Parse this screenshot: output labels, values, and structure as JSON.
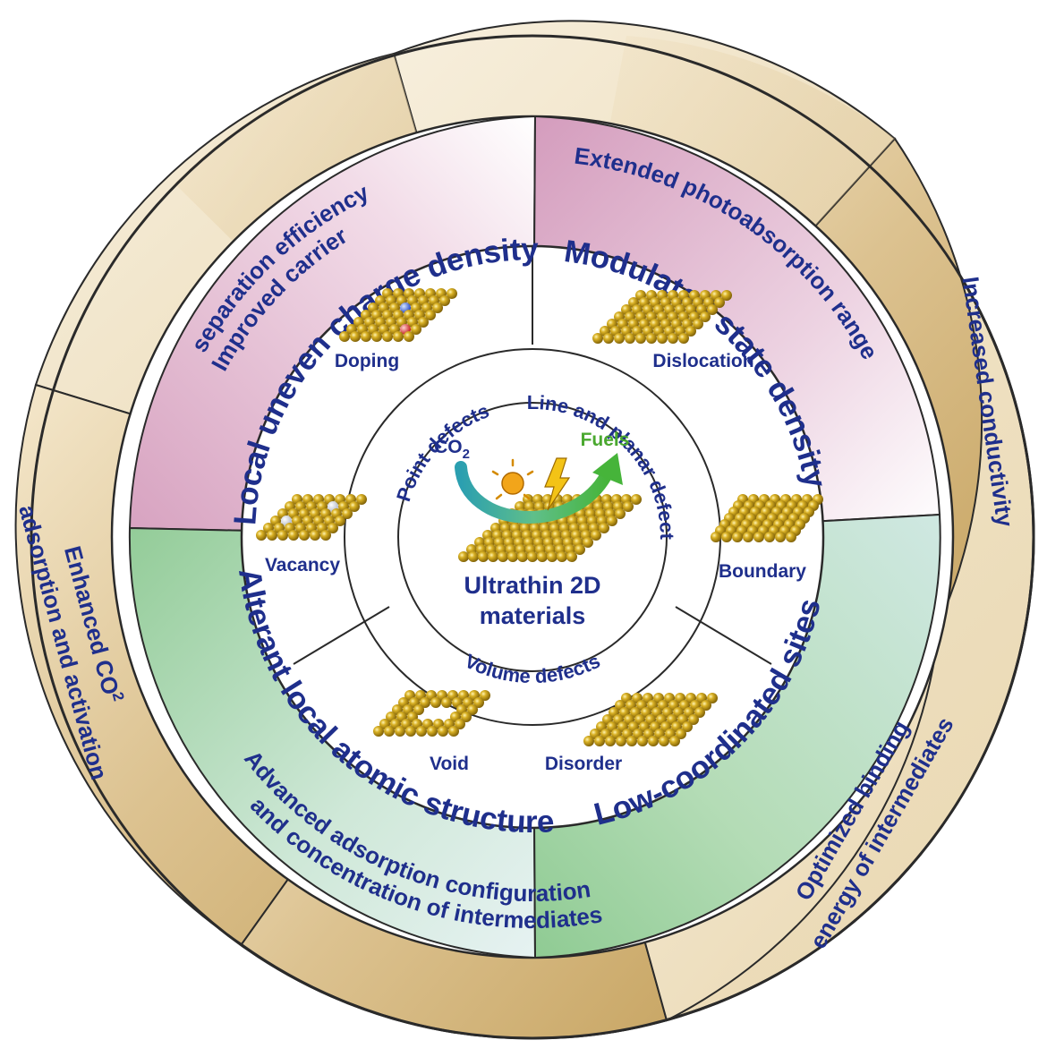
{
  "center": {
    "title_line1": "Ultrathin 2D",
    "title_line2": "materials",
    "co2_label": "CO",
    "co2_sub": "2",
    "fuels_label": "Fuels"
  },
  "inner_ring": {
    "point_defects": "Point defects",
    "line_planar_defects": "Line and planar defects",
    "volume_defects": "Volume defects"
  },
  "defect_types": {
    "doping": "Doping",
    "dislocation": "Dislocation",
    "vacancy": "Vacancy",
    "boundary": "Boundary",
    "void": "Void",
    "disorder": "Disorder"
  },
  "middle_ring": {
    "local_uneven_charge": "Local uneven charge density",
    "modulated_state": "Modulated state density",
    "alterant_structure": "Alterant local atomic structure",
    "low_coordinated": "Low-coordinated sites"
  },
  "outer_ring": {
    "extended_photoabsorption": "Extended photoabsorption range",
    "increased_conductivity": "Increased conductivity",
    "optimized_line1": "Optimized binding",
    "optimized_line2": "energy of intermediates",
    "advanced_line1": "Advanced adsorption configuration",
    "advanced_line2": "and concentration of intermediates",
    "enhanced_line1": "Enhanced CO",
    "enhanced_sub": "2",
    "enhanced_line2": "adsorption and activation",
    "improved_line1": "Improved carrier",
    "improved_line2": "separation efficiency"
  },
  "colors": {
    "text": "#1f2f8c",
    "outer_gold": "#d9bf8a",
    "outer_cream": "#f1e4c8",
    "pink": "#d9a3c0",
    "green": "#a7d6a7",
    "atom": "#b8900f"
  }
}
